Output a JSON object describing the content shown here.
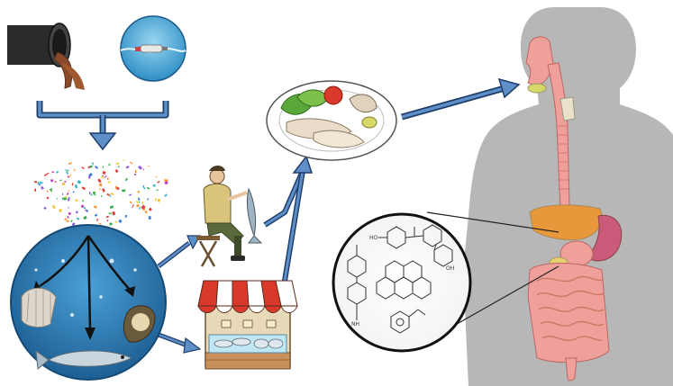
{
  "diagram": {
    "sources": [
      {
        "id": "pipe-discharge",
        "icon": "sewage-pipe-icon"
      },
      {
        "id": "ocean-debris",
        "icon": "floating-bottle-icon"
      }
    ],
    "stages": [
      {
        "id": "microplastic-fragments",
        "icon": "microplastic-particles-icon"
      },
      {
        "id": "marine-uptake",
        "icon": "ocean-organisms-icon"
      },
      {
        "id": "fishing",
        "icon": "fisherman-icon"
      },
      {
        "id": "seafood-market",
        "icon": "market-stall-icon"
      },
      {
        "id": "meal",
        "icon": "seafood-plate-icon"
      },
      {
        "id": "human-body",
        "icon": "human-silhouette-icon"
      },
      {
        "id": "chemical-additives",
        "icon": "chemical-structures-icon"
      }
    ],
    "flows": [
      {
        "from": "sources",
        "to": "microplastic-fragments"
      },
      {
        "from": "microplastic-fragments",
        "to": "marine-uptake"
      },
      {
        "from": "marine-uptake",
        "to": "fishing"
      },
      {
        "from": "marine-uptake",
        "to": "seafood-market"
      },
      {
        "from": "fishing",
        "to": "meal"
      },
      {
        "from": "seafood-market",
        "to": "meal"
      },
      {
        "from": "meal",
        "to": "human-body"
      }
    ],
    "colors": {
      "arrow_fill": "#3d6fa8",
      "arrow_outline": "#1f3f6a",
      "ocean": "#2a7ab8",
      "silhouette": "#b7b7b7",
      "organ_pink": "#f0a09a",
      "liver": "#e8983a"
    }
  }
}
